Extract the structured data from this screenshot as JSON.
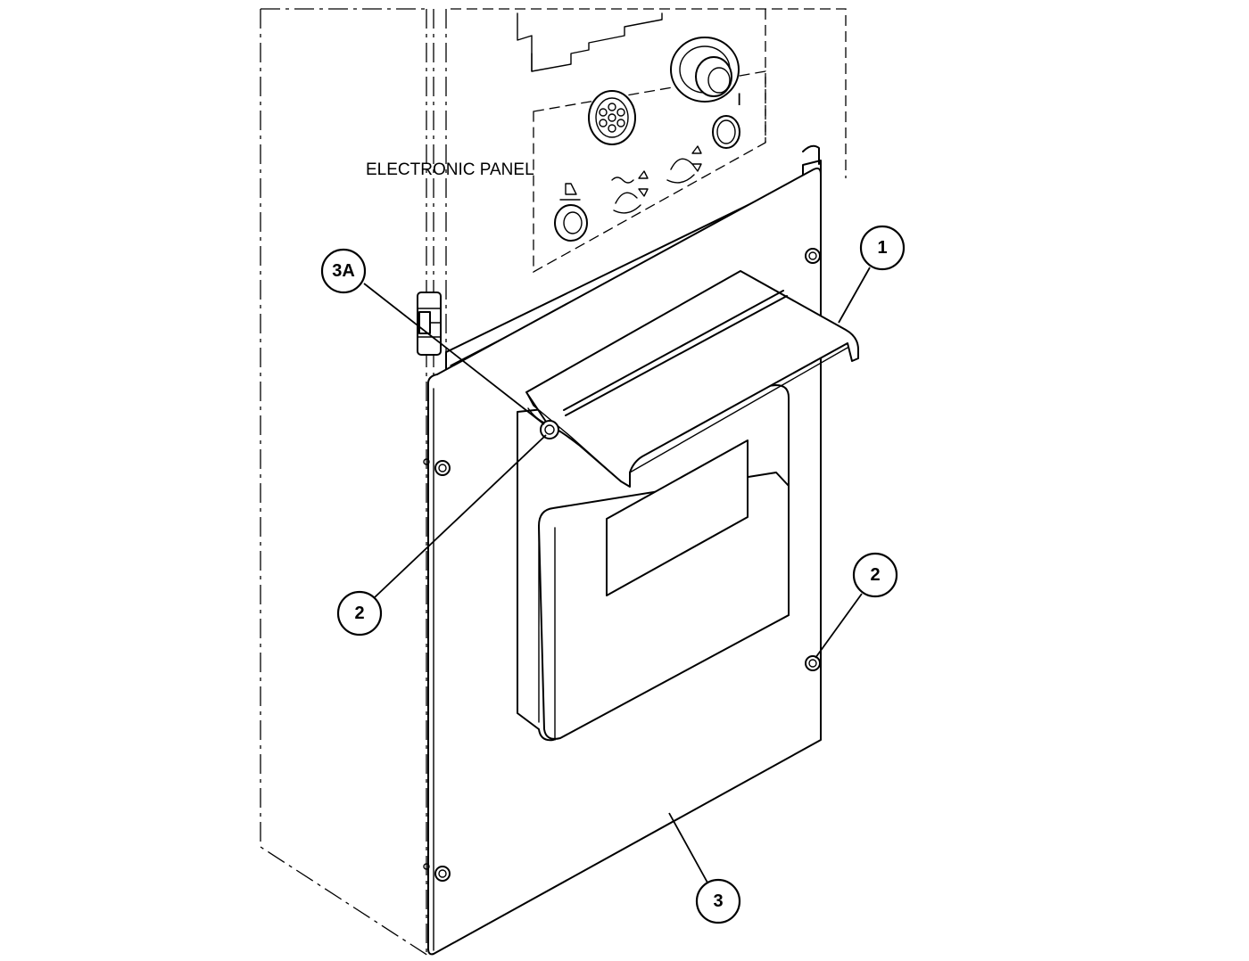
{
  "labels": {
    "electronic_panel": "ELECTRONIC PANEL"
  },
  "callouts": [
    {
      "id": "1",
      "text": "1"
    },
    {
      "id": "2a",
      "text": "2"
    },
    {
      "id": "2b",
      "text": "2"
    },
    {
      "id": "3",
      "text": "3"
    },
    {
      "id": "3a",
      "text": "3A"
    }
  ],
  "panel_marks": {
    "switch_on": "I"
  }
}
